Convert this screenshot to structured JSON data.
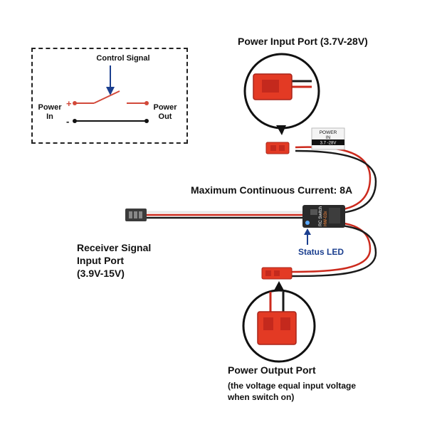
{
  "schematic": {
    "control_signal": "Control Signal",
    "power_in": [
      "Power",
      "In"
    ],
    "power_out": [
      "Power",
      "Out"
    ],
    "plus": "+",
    "minus": "-"
  },
  "callouts": {
    "power_input": "Power Input Port (3.7V-28V)",
    "max_current": "Maximum Continuous Current: 8A",
    "receiver": [
      "Receiver Signal",
      "Input Port",
      "(3.9V-15V)"
    ],
    "status_led": "Status LED",
    "power_output_title": "Power Output Port",
    "power_output_note": [
      "(the voltage equal input voltage",
      "when switch on)"
    ]
  },
  "labels": {
    "power_in_tag": [
      "POWER",
      "IN",
      "3.7 -28V"
    ],
    "board_text": [
      "RC Switch",
      "HW-03x"
    ]
  },
  "colors": {
    "connector_red": "#e33a24",
    "wire_red": "#cc2a1d",
    "wire_black": "#1a1a1a",
    "led_blue": "#1b3f8f"
  }
}
